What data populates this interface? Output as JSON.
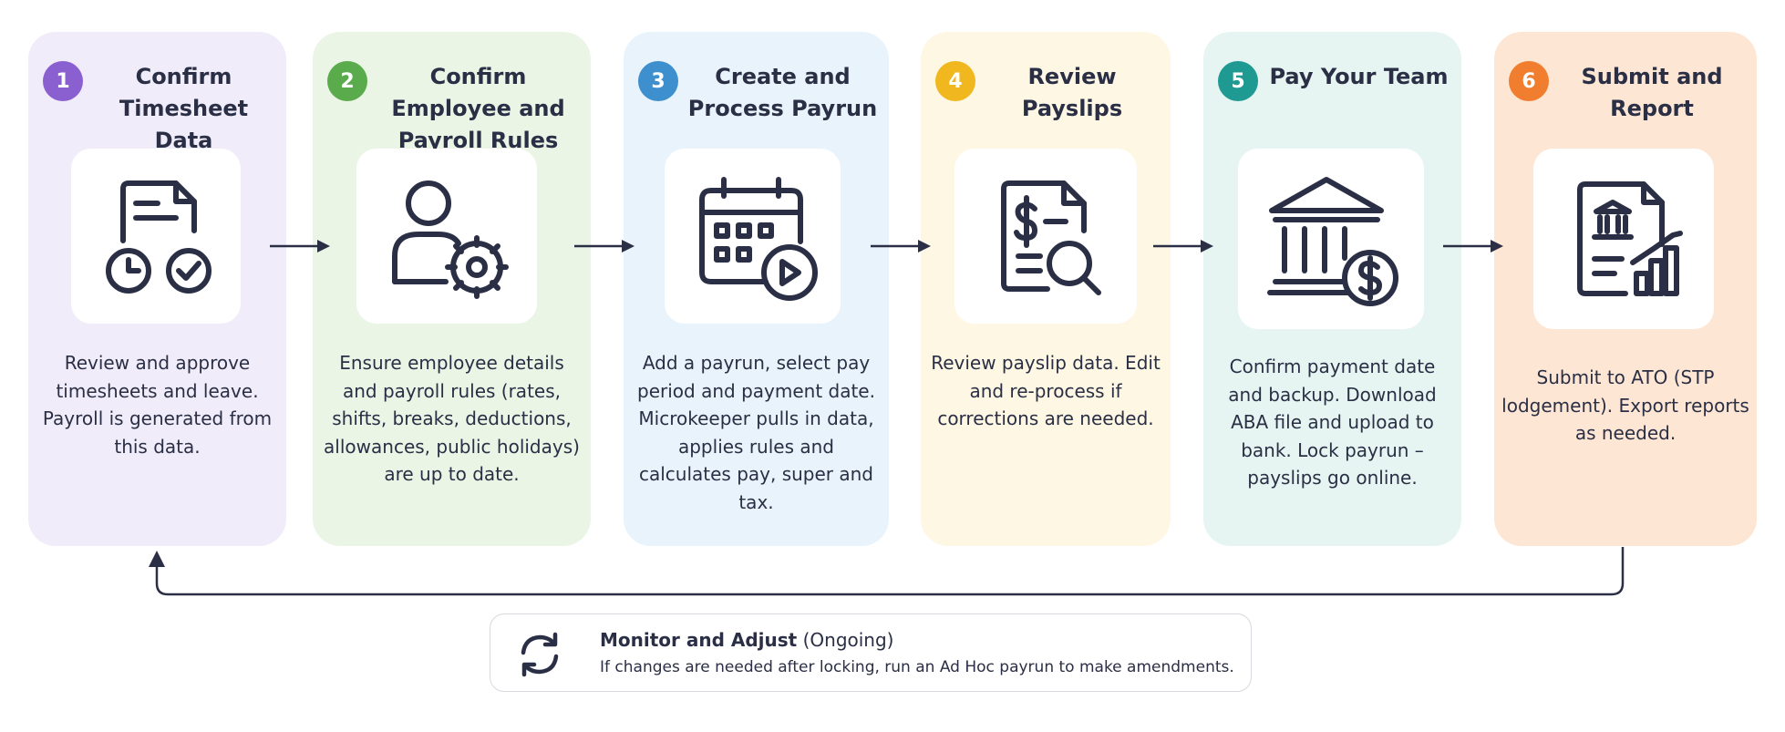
{
  "steps": [
    {
      "number": "1",
      "title": "Confirm Timesheet Data",
      "description": "Review and approve timesheets and leave. Payroll is generated from this data."
    },
    {
      "number": "2",
      "title": "Confirm Employee and Payroll Rules",
      "description": "Ensure employee details and payroll rules (rates, shifts, breaks, deductions, allowances, public holidays) are up to date."
    },
    {
      "number": "3",
      "title": "Create and Process Payrun",
      "description": "Add a payrun, select pay period and payment date. Microkeeper pulls in data, applies rules and calculates pay, super and tax."
    },
    {
      "number": "4",
      "title": "Review Payslips",
      "description": "Review payslip data. Edit and re-process if corrections are needed."
    },
    {
      "number": "5",
      "title": "Pay Your Team",
      "description": "Confirm payment date and backup. Download ABA file and upload to bank. Lock payrun – payslips go online."
    },
    {
      "number": "6",
      "title": "Submit and Report",
      "description": "Submit to ATO (STP lodgement). Export reports as needed."
    }
  ],
  "monitor": {
    "title": "Monitor and Adjust",
    "title_suffix": " (Ongoing)",
    "subtitle": "If changes are needed after locking, run an Ad Hoc payrun to make amendments."
  },
  "icons": {
    "step1": "timesheet-clock-check-icon",
    "step2": "person-gear-icon",
    "step3": "calendar-play-icon",
    "step4": "payslip-magnifier-icon",
    "step5": "bank-dollar-icon",
    "step6": "report-bank-chart-icon",
    "monitor": "refresh-cycle-icon"
  },
  "colors": {
    "card_backgrounds": [
      "#f0ecfa",
      "#eaf5e6",
      "#e8f3fb",
      "#fdf7e3",
      "#e6f4f2",
      "#fde6d3"
    ],
    "badges": [
      "#8a5fd0",
      "#5aab4c",
      "#3e8fce",
      "#f0b81e",
      "#1f9a92",
      "#f07e2e"
    ],
    "ink": "#2a2f45"
  }
}
